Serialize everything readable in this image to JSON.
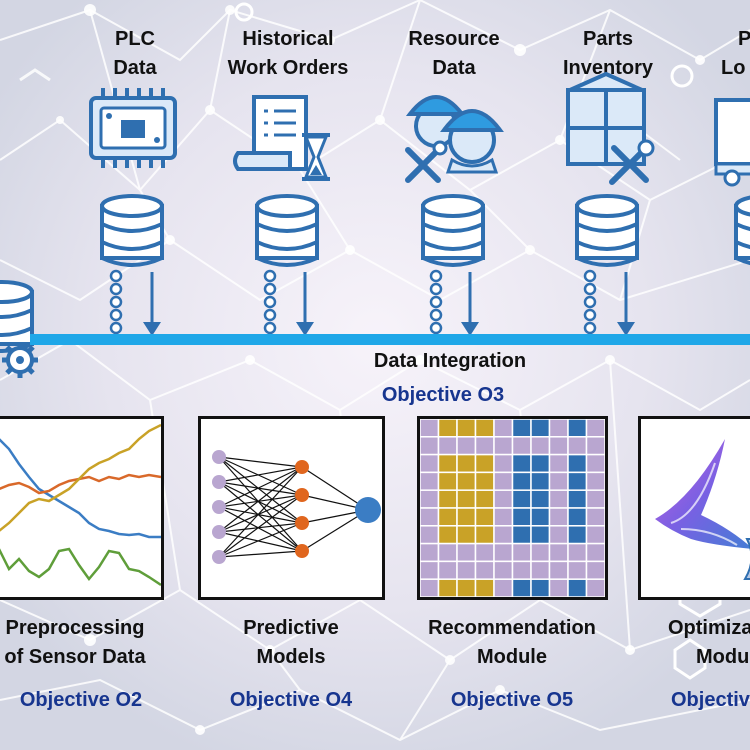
{
  "sources": [
    {
      "line1": "PLC",
      "line2": "Data",
      "icon": "plc-chip-icon"
    },
    {
      "line1": "Historical",
      "line2": "Work Orders",
      "icon": "work-order-hourglass-icon"
    },
    {
      "line1": "Resource",
      "line2": "Data",
      "icon": "workers-tools-icon"
    },
    {
      "line1": "Parts",
      "line2": "Inventory",
      "icon": "parts-box-tools-icon"
    },
    {
      "line1": "P",
      "line2": "Lo",
      "icon": "logistics-truck-icon"
    }
  ],
  "integration": {
    "label": "Data Integration",
    "objective": "Objective O3"
  },
  "modules": [
    {
      "line1": "Preprocessing",
      "line2": "of Sensor Data",
      "objective": "Objective O2"
    },
    {
      "line1": "Predictive",
      "line2": "Models",
      "objective": "Objective O4"
    },
    {
      "line1": "Recommendation",
      "line2": "Module",
      "objective": "Objective O5"
    },
    {
      "line1": "Optimiza",
      "line2": "Modu",
      "objective": "Objective"
    }
  ],
  "colors": {
    "icon_blue": "#2f6fb0",
    "icon_fill": "#dbe9f8",
    "bus_blue": "#1fa7e8",
    "objective_blue": "#17358f",
    "series_blue": "#3b7dc4",
    "series_orange": "#d9692a",
    "series_gold": "#c9a227",
    "series_green": "#5f9e3a",
    "nn_input": "#b9a6d0",
    "nn_hidden": "#e0661e",
    "nn_output": "#3b7dc4",
    "grid_gold": "#c9a227",
    "grid_lavender": "#b9a6d0",
    "grid_blue": "#2f6fb0"
  }
}
